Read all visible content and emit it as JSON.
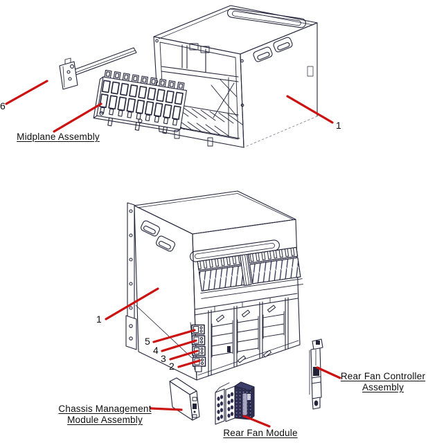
{
  "figure_type": "exploded-parts-diagram",
  "colors": {
    "background": "#ffffff",
    "line_art": "#23233a",
    "leader_lines": "#cc1111",
    "text": "#0d0d0d",
    "fan_module_body": "#2d2d52"
  },
  "callouts": {
    "top_view": {
      "chassis": "1",
      "rail": "6"
    },
    "bottom_view": {
      "chassis": "1",
      "item2": "2",
      "item3": "3",
      "item4": "4",
      "item5": "5"
    }
  },
  "labels": {
    "midplane": "Midplane Assembly",
    "cmm": {
      "line1": "Chassis Management",
      "line2": "Module Assembly"
    },
    "rear_fan_controller": {
      "line1": "Rear Fan Controller",
      "line2": "Assembly"
    },
    "rear_fan_module": "Rear Fan Module"
  }
}
